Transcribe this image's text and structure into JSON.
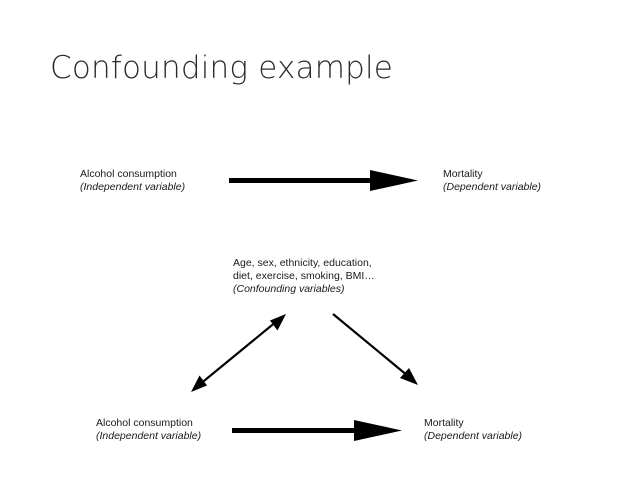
{
  "slide": {
    "title": "Confounding example"
  },
  "top_diagram": {
    "left_node": {
      "label": "Alcohol consumption",
      "sublabel": "(Independent variable)"
    },
    "right_node": {
      "label": "Mortality",
      "sublabel": "(Dependent variable)"
    }
  },
  "bottom_diagram": {
    "confounder_node": {
      "line1": "Age, sex, ethnicity, education,",
      "line2": "diet, exercise, smoking, BMI…",
      "sublabel": "(Confounding variables)"
    },
    "left_node": {
      "label": "Alcohol consumption",
      "sublabel": "(Independent variable)"
    },
    "right_node": {
      "label": "Mortality",
      "sublabel": "(Dependent variable)"
    }
  },
  "colors": {
    "arrow": "#000000",
    "text": "#1a1a1a",
    "title": "#2b2b2b"
  }
}
